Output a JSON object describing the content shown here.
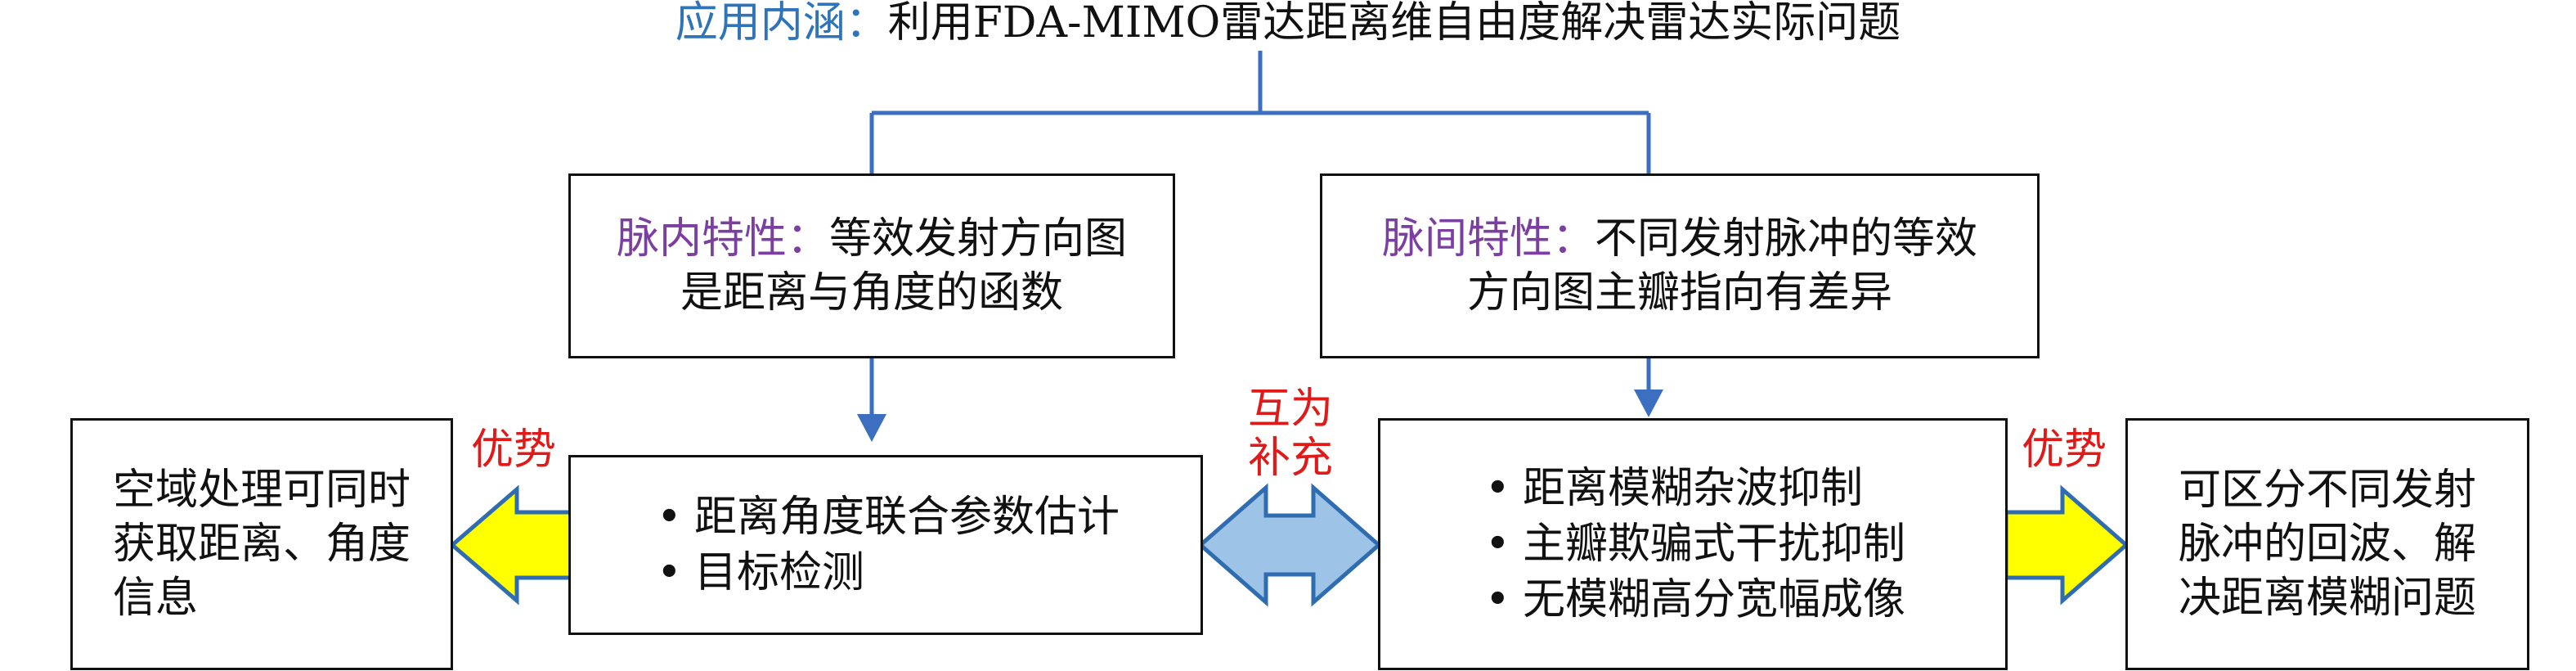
{
  "header": {
    "lead": "应用内涵：",
    "rest": "利用FDA-MIMO雷达距离维自由度解决雷达实际问题"
  },
  "intra": {
    "lead": "脉内特性：",
    "line1_rest": "等效发射方向图",
    "line2": "是距离与角度的函数"
  },
  "inter": {
    "lead": "脉间特性：",
    "line1_rest": "不同发射脉冲的等效",
    "line2": "方向图主瓣指向有差异"
  },
  "left_out": {
    "lines": [
      "空域处理可同时",
      "获取距离、角度",
      "信息"
    ]
  },
  "mid_left": {
    "bullets": [
      "距离角度联合参数估计",
      "目标检测"
    ]
  },
  "mid_right": {
    "bullets": [
      "距离模糊杂波抑制",
      "主瓣欺骗式干扰抑制",
      "无模糊高分宽幅成像"
    ]
  },
  "right_out": {
    "lines": [
      "可区分不同发射",
      "脉冲的回波、解",
      "决距离模糊问题"
    ]
  },
  "advantage_left": "优势",
  "advantage_right": "优势",
  "complement": {
    "line1": "互为",
    "line2": "补充"
  },
  "colors": {
    "connector": "#3d6fc1",
    "yellow": "#ffff00",
    "double_arrow": "#9dc3e6",
    "red": "#e01919"
  }
}
